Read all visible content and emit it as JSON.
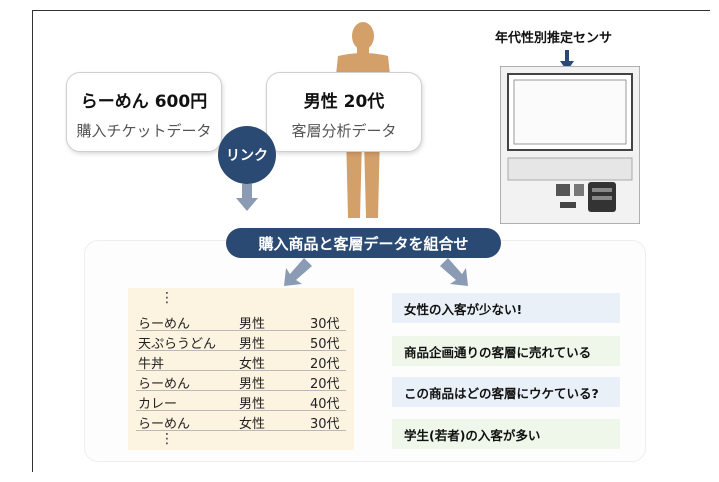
{
  "ticket_card": {
    "title": "らーめん 600円",
    "subtitle": "購入チケットデータ"
  },
  "customer_card": {
    "title": "男性 20代",
    "subtitle": "客層分析データ"
  },
  "link_label": "リンク",
  "sensor_label": "年代性別推定センサ",
  "combine_label": "購入商品と客層データを組合せ",
  "table_dots_top": "⋮",
  "table_dots_bottom": "⋮",
  "table_rows": [
    {
      "item": "らーめん",
      "gender": "男性",
      "age": "30代"
    },
    {
      "item": "天ぷらうどん",
      "gender": "男性",
      "age": "50代"
    },
    {
      "item": "牛丼",
      "gender": "女性",
      "age": "20代"
    },
    {
      "item": "らーめん",
      "gender": "男性",
      "age": "20代"
    },
    {
      "item": "カレー",
      "gender": "男性",
      "age": "40代"
    },
    {
      "item": "らーめん",
      "gender": "女性",
      "age": "30代"
    }
  ],
  "insights": [
    "女性の入客が少ない!",
    "商品企画通りの客層に売れている",
    "この商品はどの客層にウケている?",
    "学生(若者)の入客が多い"
  ],
  "colors": {
    "navy": "#2a4a73",
    "person": "#d4a06a",
    "table_bg": "#fdf3e1",
    "insight_blue": "#eaf0f8",
    "insight_green": "#eef7e9"
  }
}
